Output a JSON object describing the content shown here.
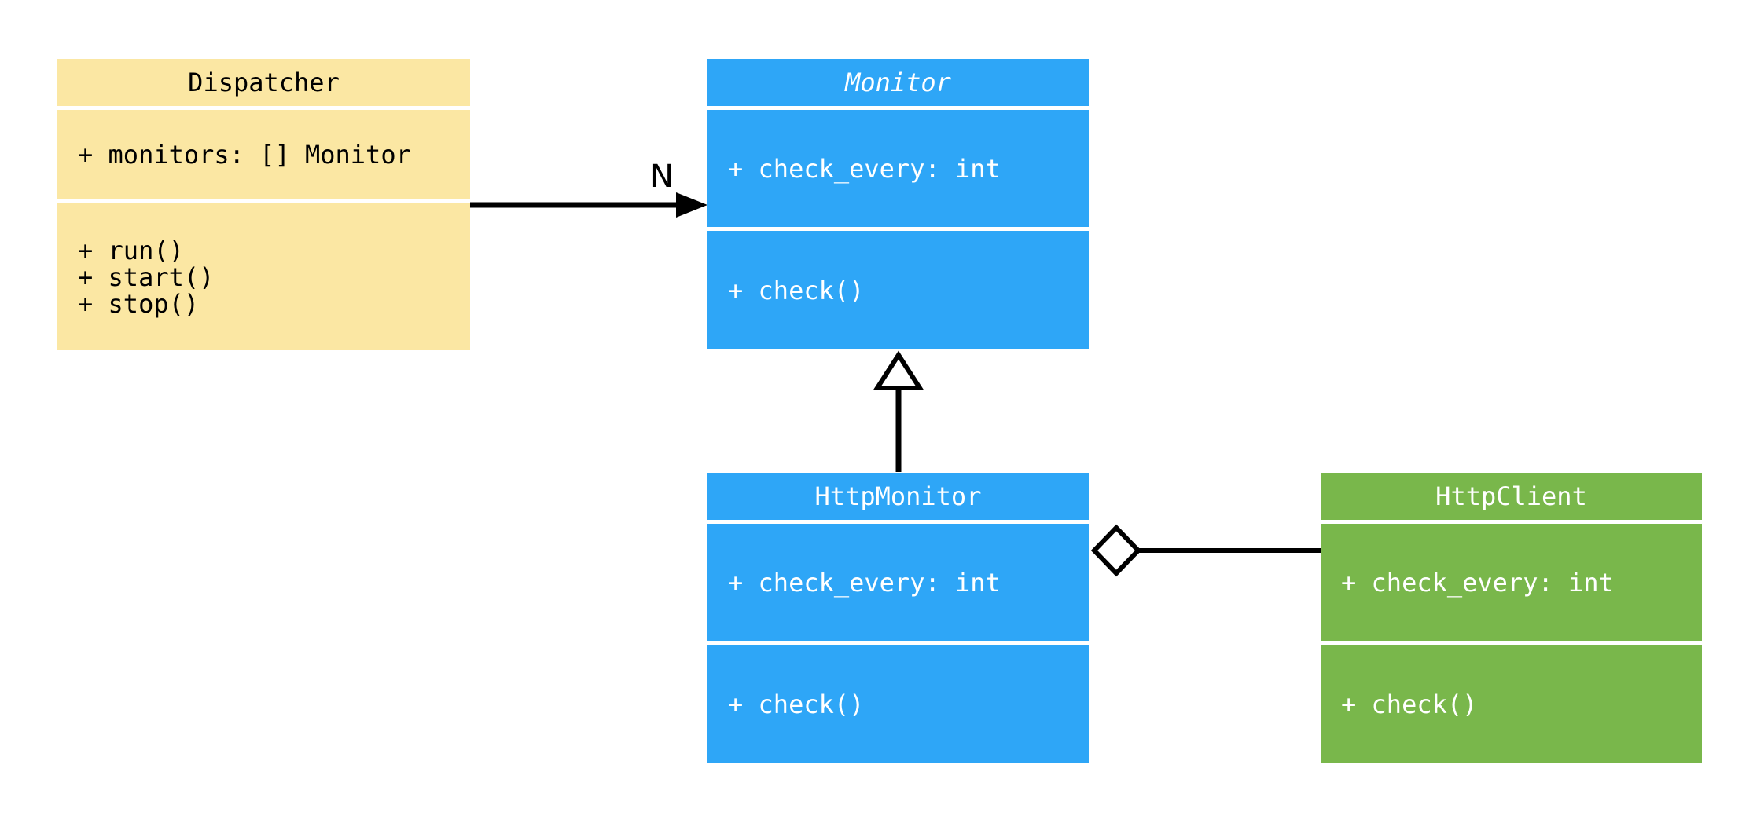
{
  "diagram": {
    "kind": "uml-class-diagram",
    "background": "#ffffff",
    "colors": {
      "dispatcher_fill": "#fbe7a3",
      "monitor_fill": "#2ea6f7",
      "http_client_fill": "#79b74b",
      "edge_color": "#000000",
      "text_on_yellow": "#000000",
      "text_on_color": "#ffffff"
    },
    "classes": [
      {
        "name": "Dispatcher",
        "abstract": false,
        "attributes": [
          "+ monitors: [] Monitor"
        ],
        "methods": [
          "+ run()",
          "+ start()",
          "+ stop()"
        ]
      },
      {
        "name": "Monitor",
        "abstract": true,
        "attributes": [
          "+ check_every: int"
        ],
        "methods": [
          "+ check()"
        ]
      },
      {
        "name": "HttpMonitor",
        "abstract": false,
        "attributes": [
          "+ check_every: int"
        ],
        "methods": [
          "+ check()"
        ]
      },
      {
        "name": "HttpClient",
        "abstract": false,
        "attributes": [
          "+ check_every: int"
        ],
        "methods": [
          "+ check()"
        ]
      }
    ],
    "relationships": [
      {
        "from": "Dispatcher",
        "to": "Monitor",
        "type": "association",
        "arrowhead": "filled-arrow",
        "label": "N"
      },
      {
        "from": "HttpMonitor",
        "to": "Monitor",
        "type": "inheritance",
        "arrowhead": "hollow-triangle",
        "label": ""
      },
      {
        "from": "HttpMonitor",
        "to": "HttpClient",
        "type": "aggregation",
        "arrowhead": "hollow-diamond",
        "label": ""
      }
    ]
  }
}
